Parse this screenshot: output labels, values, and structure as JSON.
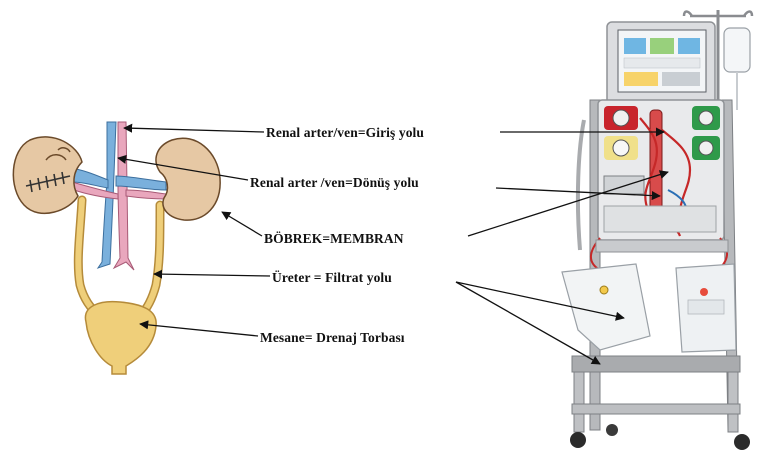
{
  "labels": {
    "renal_in": "Renal arter/ven=Giriş yolu",
    "renal_out": "Renal arter /ven=Dönüş yolu",
    "kidney": "BÖBREK=MEMBRAN",
    "ureter": "Üreter = Filtrat yolu",
    "bladder": "Mesane= Drenaj Torbası"
  },
  "colors": {
    "kidney": "#e6c8a4",
    "vein": "#7ab0dc",
    "artery": "#e9a7bd",
    "ureter": "#efcf7a",
    "machine_frame": "#b7b9bc"
  }
}
